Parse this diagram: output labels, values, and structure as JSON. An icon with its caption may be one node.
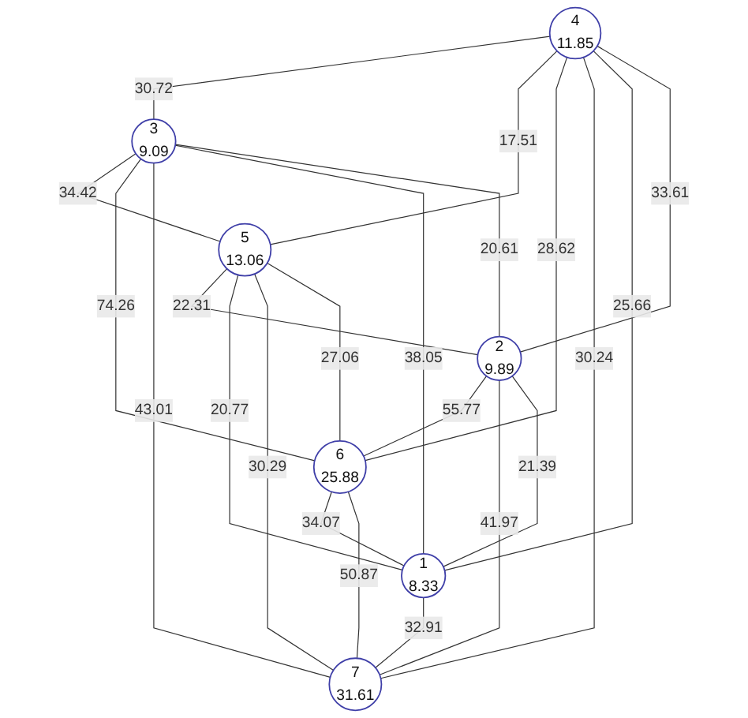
{
  "diagram": {
    "nodes": [
      {
        "text": [
          "4",
          "11.85"
        ]
      },
      {
        "text": [
          "3",
          "9.09"
        ]
      },
      {
        "text": [
          "5",
          "13.06"
        ]
      },
      {
        "text": [
          "2",
          "9.89"
        ]
      },
      {
        "text": [
          "6",
          "25.88"
        ]
      },
      {
        "text": [
          "1",
          "8.33"
        ]
      },
      {
        "text": [
          "7",
          "31.61"
        ]
      }
    ],
    "edges": [
      {
        "from": 0,
        "to": 1,
        "arrow": "none",
        "label": "30.72"
      },
      {
        "from": 0,
        "to": 2,
        "arrow": "none",
        "label": "17.51"
      },
      {
        "from": 0,
        "to": 4,
        "arrow": "none",
        "label": "28.62"
      },
      {
        "from": 0,
        "to": 6,
        "arrow": "none",
        "label": "30.24"
      },
      {
        "from": 0,
        "to": 5,
        "arrow": "none",
        "label": "25.66"
      },
      {
        "from": 0,
        "to": 3,
        "arrow": "none",
        "label": "33.61"
      },
      {
        "from": 1,
        "to": 2,
        "arrow": "none",
        "label": "34.42"
      },
      {
        "from": 1,
        "to": 4,
        "arrow": "none",
        "label": "74.26"
      },
      {
        "from": 1,
        "to": 6,
        "arrow": "none",
        "label": "43.01"
      },
      {
        "from": 1,
        "to": 5,
        "arrow": "none",
        "label": "38.05"
      },
      {
        "from": 1,
        "to": 3,
        "arrow": "none",
        "label": "20.61"
      },
      {
        "from": 2,
        "to": 3,
        "arrow": "none",
        "label": "22.31"
      },
      {
        "from": 2,
        "to": 5,
        "arrow": "none",
        "label": "20.77"
      },
      {
        "from": 2,
        "to": 6,
        "arrow": "none",
        "label": "30.29"
      },
      {
        "from": 2,
        "to": 4,
        "arrow": "none",
        "label": "27.06"
      },
      {
        "from": 3,
        "to": 4,
        "arrow": "none",
        "label": "55.77"
      },
      {
        "from": 3,
        "to": 6,
        "arrow": "none",
        "label": "41.97"
      },
      {
        "from": 3,
        "to": 5,
        "arrow": "none",
        "label": "21.39"
      },
      {
        "from": 4,
        "to": 5,
        "arrow": "none",
        "label": "34.07"
      },
      {
        "from": 4,
        "to": 6,
        "arrow": "none",
        "label": "50.87"
      },
      {
        "from": 5,
        "to": 6,
        "arrow": "none",
        "label": "32.91"
      }
    ]
  }
}
